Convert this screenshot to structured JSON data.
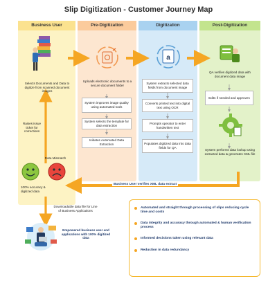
{
  "title": "Slip Digitization - Customer Journey Map",
  "lanes": {
    "business_user": "Business User",
    "pre_digitization": "Pre-Digitization",
    "digitization": "Digitization",
    "post_digitization": "Post-Digitization"
  },
  "business_user": {
    "select_docs": "Selects Documents and Data to digitize from scanned document images",
    "raise_ticket": "Raises issue ticket for corrections",
    "data_mismatch": "Data Mismatch",
    "accuracy": "100% accuracy & digitized data",
    "downloadable": "Downloadable data file for Line of Business Applications",
    "empowered": "Empowered business user and applications with 100% digitized data"
  },
  "pre_digitization": {
    "steps": [
      "Uploads electronic documents to a secure document folder",
      "System improves image quality using automated tools",
      "System selects the template for data extraction",
      "Initiates Automated Data Extraction"
    ]
  },
  "digitization": {
    "steps": [
      "System extracts selected data fields from document image",
      "Converts printed text into digital text using OCR",
      "Prompts operator to enter handwritten text",
      "Populates digitized data into data fields for QA"
    ]
  },
  "post_digitization": {
    "qa": "QA verifies digitized data with document data image",
    "edits": "Edits if needed and approves",
    "lookup": "System performs data lookup using extracted data & generates XML file"
  },
  "verify_label": "Business User verifies XML data extract",
  "benefits": [
    "Automated and straight through processing of slips reducing cycle time and costs",
    "Data integrity and accuracy through automated & human verification process",
    "Informed decisions taken using relevant data",
    "Reduction in data redundancy"
  ],
  "colors": {
    "business_lane": "#fdf3c4",
    "pre_lane": "#fde6d0",
    "digi_lane": "#d6eaf8",
    "post_lane": "#e3f2c9",
    "arrow": "#f5a623"
  }
}
